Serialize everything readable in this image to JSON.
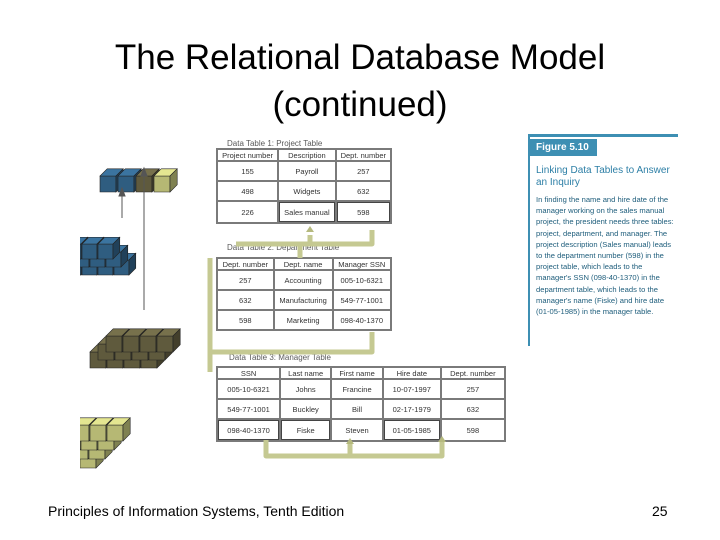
{
  "slide": {
    "title_line1": "The Relational Database Model",
    "title_line2": "(continued)",
    "footer": "Principles of Information Systems, Tenth Edition",
    "page_number": "25"
  },
  "figure": {
    "number": "Figure 5.10",
    "title": "Linking Data Tables to Answer an Inquiry",
    "caption": "In finding the name and hire date of the manager working on the sales manual project, the president needs three tables: project, department, and manager. The project description (Sales manual) leads to the department number (598) in the project table, which leads to the manager's SSN (098-40-1370) in the department table, which leads to the manager's name (Fiske) and hire date (01-05-1985) in the manager table.",
    "accent_color": "#3d8fb3"
  },
  "tables": [
    {
      "caption": "Data Table 1: Project Table",
      "headers": [
        "Project number",
        "Description",
        "Dept. number"
      ],
      "rows": [
        [
          "155",
          "Payroll",
          "257"
        ],
        [
          "498",
          "Widgets",
          "632"
        ],
        [
          "226",
          "Sales manual",
          "598"
        ]
      ],
      "highlight_row": 2
    },
    {
      "caption": "Data Table 2: Department Table",
      "headers": [
        "Dept. number",
        "Dept. name",
        "Manager SSN"
      ],
      "rows": [
        [
          "257",
          "Accounting",
          "005-10-6321"
        ],
        [
          "632",
          "Manufacturing",
          "549-77-1001"
        ],
        [
          "598",
          "Marketing",
          "098-40-1370"
        ]
      ],
      "highlight_row": -1
    },
    {
      "caption": "Data Table 3: Manager Table",
      "headers": [
        "SSN",
        "Last name",
        "First name",
        "Hire date",
        "Dept. number"
      ],
      "rows": [
        [
          "005-10-6321",
          "Johns",
          "Francine",
          "10-07-1997",
          "257"
        ],
        [
          "549-77-1001",
          "Buckley",
          "Bill",
          "02-17-1979",
          "632"
        ],
        [
          "098-40-1370",
          "Fiske",
          "Steven",
          "01-05-1985",
          "598"
        ]
      ],
      "highlight_row": 2
    }
  ],
  "cube_colors": {
    "blue": "#2f5d80",
    "olive": "#5f5a3d",
    "khaki": "#b6b874",
    "khaki_light": "#c9cb8a"
  }
}
